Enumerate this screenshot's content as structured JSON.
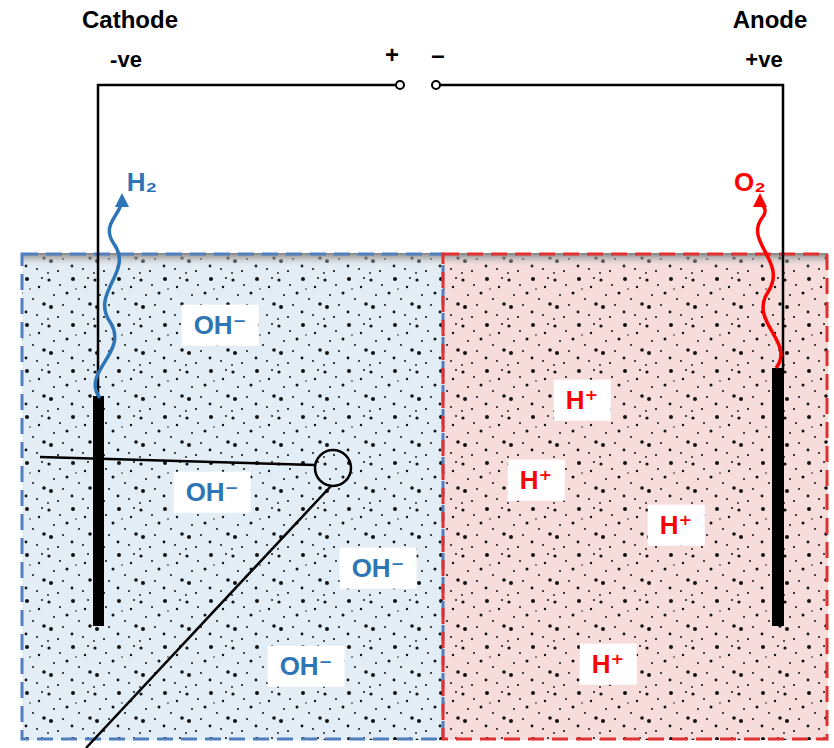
{
  "diagram": {
    "labels": [
      "Cathode",
      "-ve",
      "+",
      "–",
      "Anode",
      "+ve",
      "H₂",
      "O₂",
      "OH⁻",
      "OH⁻",
      "OH⁻",
      "OH⁻",
      "H⁺",
      "H⁺",
      "H⁺",
      "H⁺"
    ]
  }
}
